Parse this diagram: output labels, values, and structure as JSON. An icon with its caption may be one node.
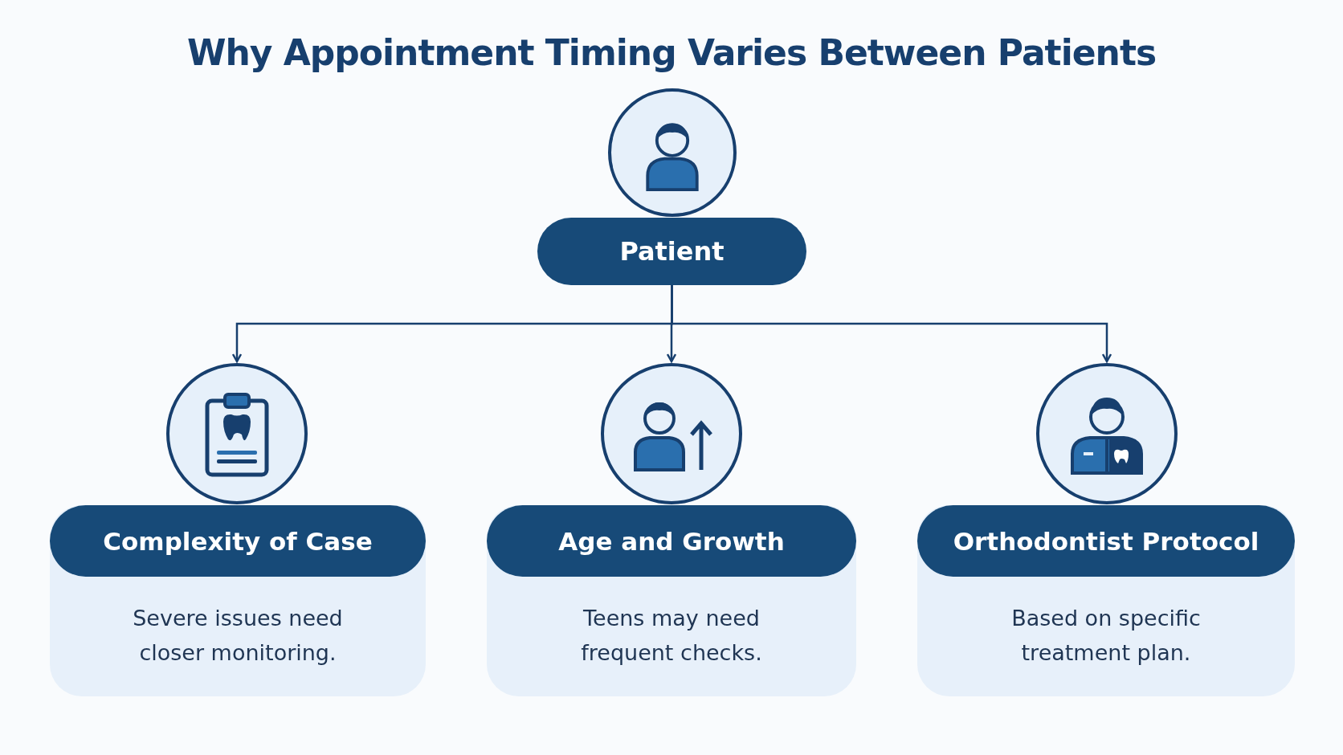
{
  "diagram": {
    "title": "Why Appointment Timing Varies Between Patients",
    "nodes": [
      {
        "text": [],
        "shape": "circle"
      },
      {
        "text": [
          "Patient"
        ]
      },
      {
        "text": [],
        "shape": "circle"
      },
      {
        "text": [
          "Complexity of Case",
          "Severe issues need closer monitoring."
        ]
      },
      {
        "text": [],
        "shape": "circle"
      },
      {
        "text": [
          "Age and Growth",
          "Teens may need frequent checks."
        ]
      },
      {
        "text": [],
        "shape": "circle"
      },
      {
        "text": [
          "Orthodontist Protocol",
          "Based on specific treatment plan."
        ]
      }
    ],
    "edges": [
      {
        "from": 1,
        "to": 2,
        "arrow": "to"
      },
      {
        "from": 1,
        "to": 4,
        "arrow": "to"
      },
      {
        "from": 1,
        "to": 6,
        "arrow": "to"
      }
    ]
  }
}
